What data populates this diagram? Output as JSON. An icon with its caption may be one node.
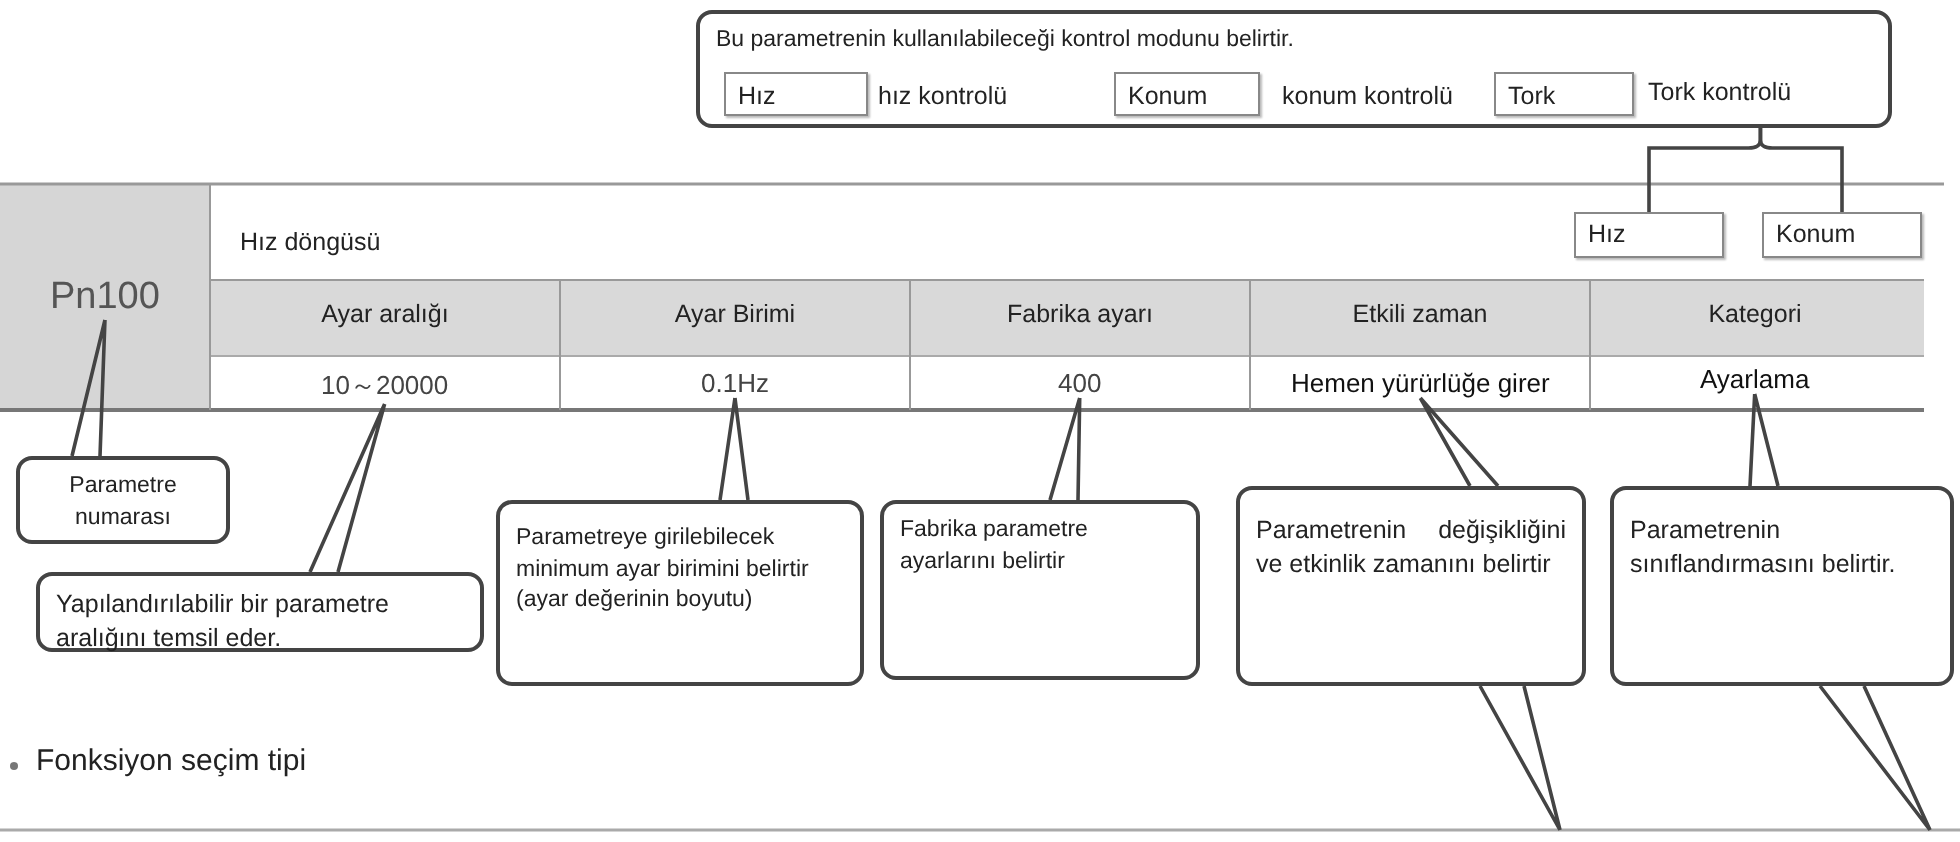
{
  "diagram": {
    "nodes": [
      {
        "text": [
          "Bu parametrenin kullanılabileceği kontrol modunu belirtir."
        ]
      },
      {
        "text": [
          "Hız"
        ],
        "in": 0,
        "beside": [
          "hız kontrolü"
        ]
      },
      {
        "text": [
          "Konum"
        ],
        "in": 0,
        "beside": [
          "konum kontrolü"
        ]
      },
      {
        "text": [
          "Tork"
        ],
        "in": 0,
        "beside": [
          "Tork kontrolü"
        ]
      },
      {
        "text": [
          "Hız"
        ]
      },
      {
        "text": [
          "Konum"
        ]
      },
      {
        "text": [
          "Pn100"
        ]
      },
      {
        "text": [
          "10～20000"
        ]
      },
      {
        "text": [
          "0.1Hz"
        ]
      },
      {
        "text": [
          "400"
        ]
      },
      {
        "text": [
          "Hemen yürürlüğe girer"
        ]
      },
      {
        "text": [
          "Ayarlama"
        ]
      },
      {
        "text": [
          "Parametre numarası"
        ]
      },
      {
        "text": [
          "Yapılandırılabilir bir parametre aralığını temsil eder."
        ]
      },
      {
        "text": [
          "Parametreye girilebilecek minimum ayar birimini belirtir (ayar değerinin boyutu)"
        ]
      },
      {
        "text": [
          "Fabrika parametre ayarlarını belirtir"
        ]
      },
      {
        "text": [
          "Parametrenin değişikliğini ve etkinlik zamanını belirtir"
        ]
      },
      {
        "text": [
          "Parametrenin sınıflandırmasını belirtir."
        ]
      }
    ],
    "edges": [
      {
        "from": 0,
        "to": 4,
        "arrow": "none"
      },
      {
        "from": 0,
        "to": 5,
        "arrow": "none"
      },
      {
        "from": 12,
        "to": 6,
        "arrow": "none"
      },
      {
        "from": 13,
        "to": 7,
        "arrow": "none"
      },
      {
        "from": 14,
        "to": 8,
        "arrow": "none"
      },
      {
        "from": 15,
        "to": 9,
        "arrow": "none"
      },
      {
        "from": 16,
        "to": 10,
        "arrow": "none"
      },
      {
        "from": 17,
        "to": 11,
        "arrow": "none"
      },
      {
        "from": 16,
        "to": null,
        "arrow": "none"
      },
      {
        "from": 17,
        "to": null,
        "arrow": "none"
      }
    ],
    "labels": [
      "Hız döngüsü",
      "Ayar aralığı",
      "Ayar Birimi",
      "Fabrika ayarı",
      "Etkili zaman",
      "Kategori",
      "Fonksiyon seçim tipi"
    ]
  }
}
